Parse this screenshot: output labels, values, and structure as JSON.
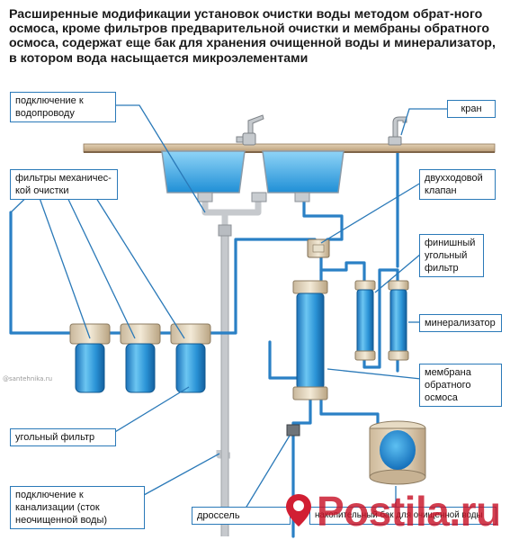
{
  "title": "Расширенные модификации установок очистки воды методом обрат-ного осмоса, кроме фильтров предварительной очистки и мембраны обратного осмоса, содержат еще бак для хранения очищенной воды и минерализатор, в котором вода насыщается микроэлементами",
  "source_watermark": "@santehnika.ru",
  "labels": {
    "water_supply": "подключение к водопроводу",
    "mech_filters": "фильтры механичес-кой очистки",
    "carbon_filter": "угольный фильтр",
    "sewer": "подключение к канализации (сток неочищенной воды)",
    "throttle": "дроссель",
    "tank": "накопительный бак для очищенной воды",
    "faucet": "кран",
    "twoway_valve": "двухходовой клапан",
    "final_carbon": "финишный угольный фильтр",
    "mineralizer": "минерализатор",
    "membrane": "мембрана обратного осмоса"
  },
  "overlay_watermark": "Postila.ru",
  "colors": {
    "water": "#1e8bd4",
    "pipe_blue": "#2a7fc4",
    "pipe_grey": "#c9ccd0",
    "label_border": "#2a79b8",
    "watermark_red": "#d11f33"
  }
}
